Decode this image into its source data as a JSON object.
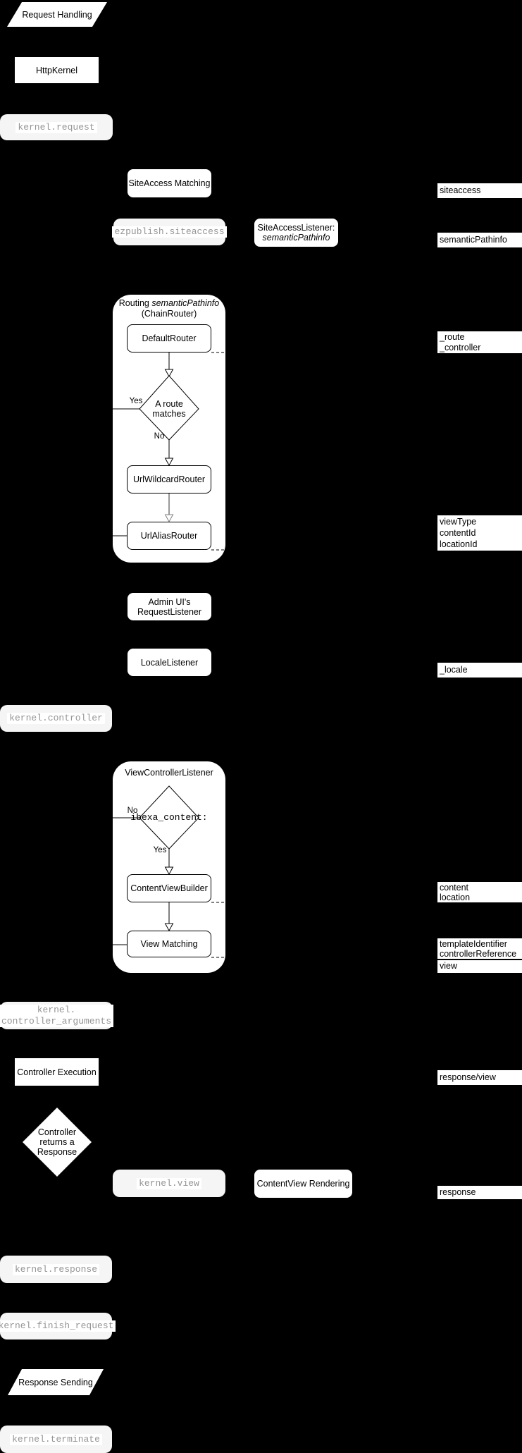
{
  "diagram_title": "Request Handling",
  "left_flow": {
    "request_handling": "Request Handling",
    "http_kernel": "HttpKernel",
    "kernel_request": "kernel.request",
    "kernel_controller": "kernel.controller",
    "kernel_controller_arguments": "kernel.\ncontroller_arguments",
    "controller_execution": "Controller Execution",
    "controller_returns_diamond": "Controller\nreturns a\nResponse",
    "kernel_view": "kernel.view",
    "kernel_response": "kernel.response",
    "kernel_finish_request": "kernel.finish_request",
    "response_sending": "Response Sending",
    "kernel_terminate": "kernel.terminate"
  },
  "siteaccess_section": {
    "matching": "SiteAccess Matching",
    "event": "ezpublish.siteaccess",
    "listener_line1": "SiteAccessListener:",
    "listener_line2": "semanticPathinfo"
  },
  "routing_section": {
    "title_normal": "Routing ",
    "title_italic": "semanticPathinfo",
    "title_line2": "(ChainRouter)",
    "default_router": "DefaultRouter",
    "diamond": "A route\nmatches",
    "yes": "Yes",
    "no": "No",
    "url_wildcard_router": "UrlWildcardRouter",
    "url_alias_router": "UrlAliasRouter"
  },
  "listeners": {
    "admin_ui": "Admin UI's\nRequestListener",
    "locale": "LocaleListener"
  },
  "view_controller_section": {
    "title": "ViewControllerListener",
    "diamond": "ibexa_content:",
    "no": "No",
    "yes": "Yes",
    "content_view_builder": "ContentViewBuilder",
    "view_matching": "View Matching"
  },
  "rendering": {
    "content_view_rendering": "ContentView Rendering"
  },
  "request_attributes": [
    {
      "id": "siteaccess",
      "text": "siteaccess"
    },
    {
      "id": "semantic-pathinfo",
      "text": "semanticPathinfo"
    },
    {
      "id": "route-controller",
      "text": "_route\n_controller"
    },
    {
      "id": "view-params",
      "text": "viewType\ncontentId\nlocationId"
    },
    {
      "id": "locale",
      "text": "_locale"
    },
    {
      "id": "content-location",
      "text": "content\nlocation"
    },
    {
      "id": "template-controller",
      "text": "templateIdentifier\ncontrollerReference"
    },
    {
      "id": "view",
      "text": "view"
    },
    {
      "id": "response-view",
      "text": "response/view"
    },
    {
      "id": "response",
      "text": "response"
    }
  ],
  "colors": {
    "background": "#000000",
    "shape_fill": "#ffffff",
    "event_fill": "#f5f5f5",
    "event_text": "#959595",
    "line": "#000000",
    "secondary_line": "#7f7f7f"
  }
}
